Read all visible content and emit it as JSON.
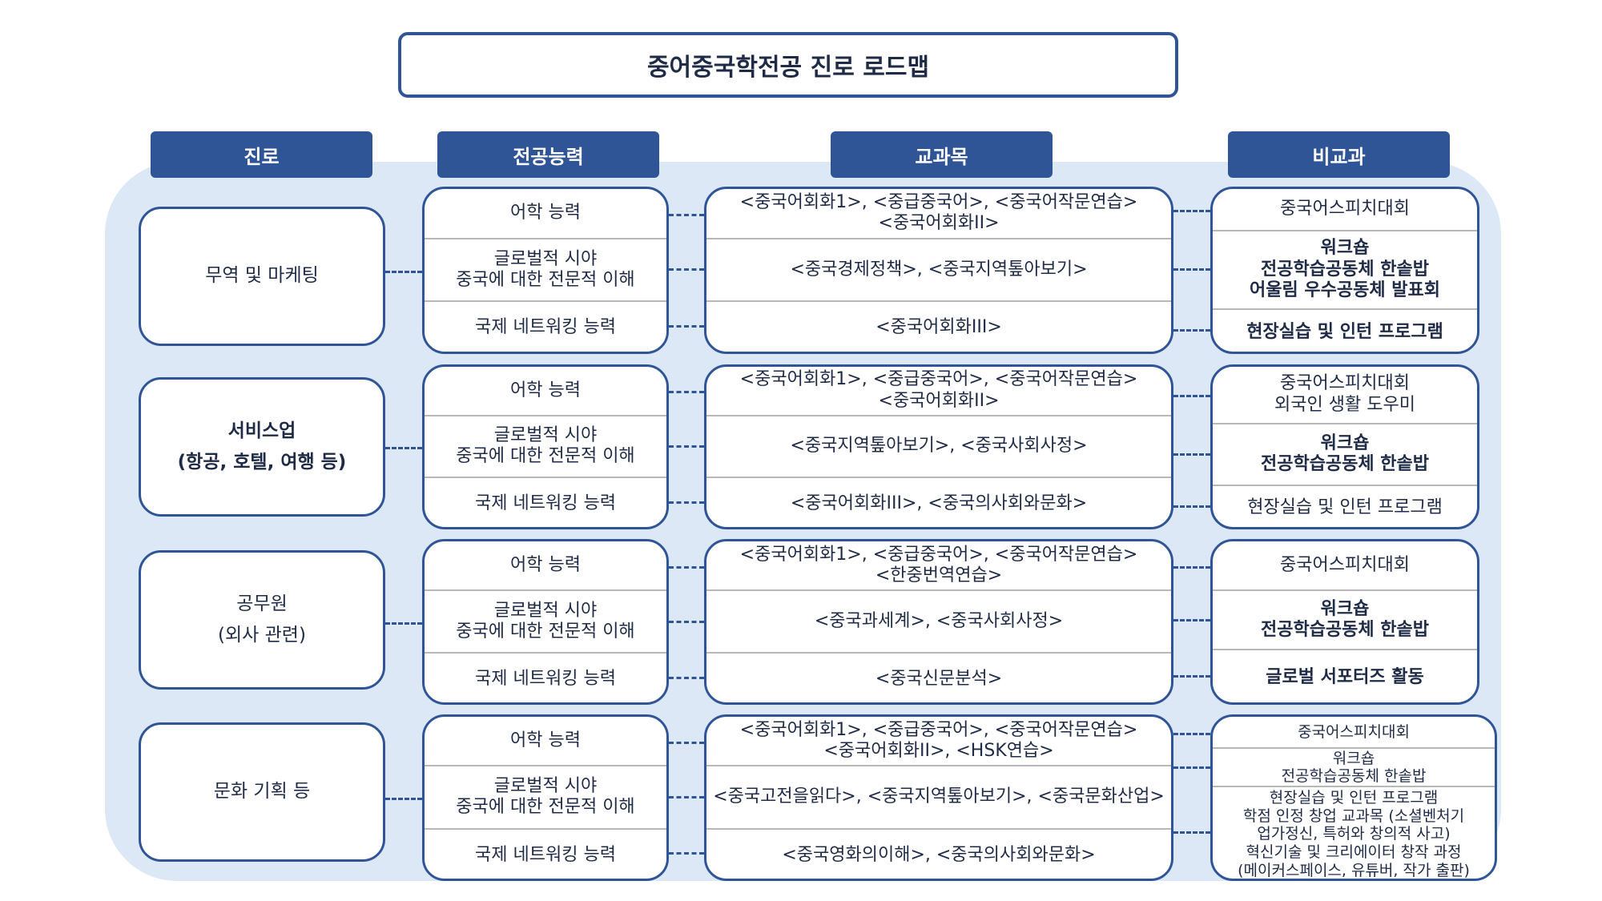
{
  "title": "중어중국학전공 진로 로드맵",
  "headers": {
    "career": "진로",
    "competency": "전공능력",
    "courses": "교과목",
    "extracurricular": "비교과"
  },
  "rows": [
    {
      "career": "무역 및 마케팅",
      "career_bold": false,
      "competencies": [
        "어학 능력",
        "글로벌적 시야\n중국에 대한 전문적 이해",
        "국제 네트워킹 능력"
      ],
      "courses": [
        "<중국어회화1>, <중급중국어>, <중국어작문연습>\n<중국어회화II>",
        "<중국경제정책>, <중국지역톺아보기>",
        "<중국어회화III>"
      ],
      "extracurricular": [
        {
          "text": "중국어스피치대회",
          "bold": false
        },
        {
          "text": "워크숍\n전공학습공동체 한솥밥\n어울림 우수공동체 발표회",
          "bold": true
        },
        {
          "text": "현장실습 및 인턴 프로그램",
          "bold": true
        }
      ]
    },
    {
      "career": "서비스업\n(항공, 호텔, 여행 등)",
      "career_bold": true,
      "competencies": [
        "어학 능력",
        "글로벌적 시야\n중국에 대한 전문적 이해",
        "국제 네트워킹 능력"
      ],
      "courses": [
        "<중국어회화1>, <중급중국어>, <중국어작문연습>\n<중국어회화II>",
        "<중국지역톺아보기>, <중국사회사정>",
        "<중국어회화III>, <중국의사회와문화>"
      ],
      "extracurricular": [
        {
          "text": "중국어스피치대회\n외국인 생활 도우미",
          "bold": false
        },
        {
          "text": "워크숍\n전공학습공동체 한솥밥",
          "bold": true
        },
        {
          "text": "현장실습 및 인턴 프로그램",
          "bold": false
        }
      ]
    },
    {
      "career": "공무원\n(외사 관련)",
      "career_bold": false,
      "competencies": [
        "어학 능력",
        "글로벌적 시야\n중국에 대한 전문적 이해",
        "국제 네트워킹 능력"
      ],
      "courses": [
        "<중국어회화1>, <중급중국어>, <중국어작문연습>\n<한중번역연습>",
        "<중국과세계>, <중국사회사정>",
        "<중국신문분석>"
      ],
      "extracurricular": [
        {
          "text": "중국어스피치대회",
          "bold": false
        },
        {
          "text": "워크숍\n전공학습공동체 한솥밥",
          "bold": true
        },
        {
          "text": "글로벌 서포터즈 활동",
          "bold": true
        }
      ]
    },
    {
      "career": "문화 기획 등",
      "career_bold": false,
      "competencies": [
        "어학 능력",
        "글로벌적 시야\n중국에 대한 전문적 이해",
        "국제 네트워킹 능력"
      ],
      "courses": [
        "<중국어회화1>, <중급중국어>, <중국어작문연습>\n<중국어회화II>, <HSK연습>",
        "<중국고전을읽다>, <중국지역톺아보기>, <중국문화산업>",
        "<중국영화의이해>, <중국의사회와문화>"
      ],
      "extracurricular": [
        {
          "text": "중국어스피치대회",
          "bold": false
        },
        {
          "text": "워크숍\n전공학습공동체 한솥밥",
          "bold": false
        },
        {
          "text": "현장실습 및 인턴 프로그램\n학점 인정 창업 교과목 (소셜벤처기\n업가정신, 특허와 창의적 사고)\n혁신기술 및 크리에이터 창작 과정\n(메이커스페이스, 유튜버, 작가 출판)",
          "bold": false
        }
      ]
    }
  ]
}
